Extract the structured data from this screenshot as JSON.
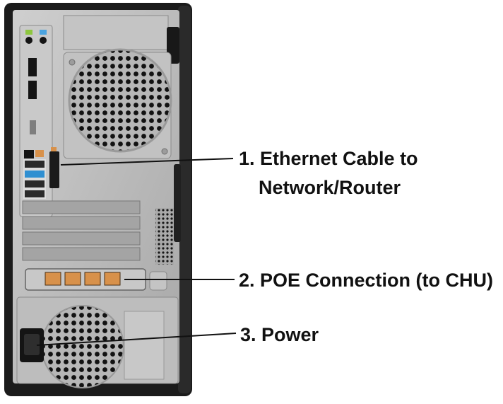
{
  "callouts": [
    {
      "number": "1.",
      "text_line1": "1. Ethernet Cable to",
      "text_line2": "Network/Router"
    },
    {
      "number": "2.",
      "text_line1": "2. POE Connection (to CHU)"
    },
    {
      "number": "3.",
      "text_line1": "3. Power"
    }
  ],
  "colors": {
    "case_frame": "#1b1b1b",
    "panel": "#b9b9b9",
    "panel_dark": "#8f8f8f",
    "port_black": "#141414",
    "usb_blue": "#2f8fd1",
    "rj45_orange": "#d8914a",
    "audio_green": "#8dc63f",
    "audio_blue": "#4aa3df",
    "leader_line": "#111111"
  },
  "icons": [
    "fan-grille-icon",
    "usb-port-icon",
    "ethernet-port-icon",
    "power-socket-icon",
    "audio-jack-icon",
    "displayport-icon"
  ]
}
